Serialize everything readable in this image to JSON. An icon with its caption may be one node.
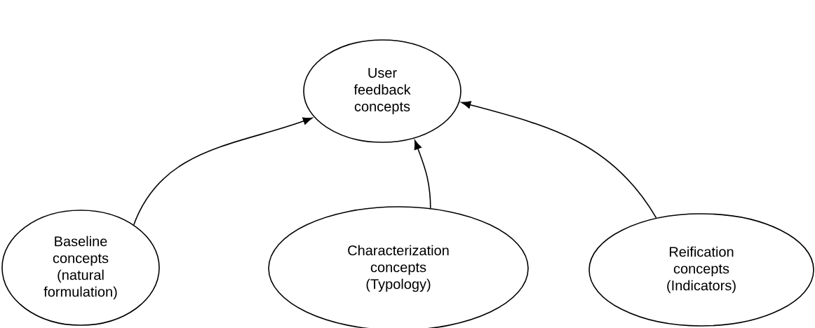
{
  "diagram": {
    "nodes": [
      {
        "text": [
          "User feedback concepts"
        ]
      },
      {
        "text": [
          "Baseline concepts (natural formulation)"
        ]
      },
      {
        "text": [
          "Characterization concepts (Typology)"
        ]
      },
      {
        "text": [
          "Reification concepts (Indicators)"
        ]
      }
    ],
    "edges": [
      {
        "from": 1,
        "to": 0,
        "arrow": "to"
      },
      {
        "from": 2,
        "to": 0,
        "arrow": "to"
      },
      {
        "from": 3,
        "to": 0,
        "arrow": "to"
      }
    ]
  }
}
